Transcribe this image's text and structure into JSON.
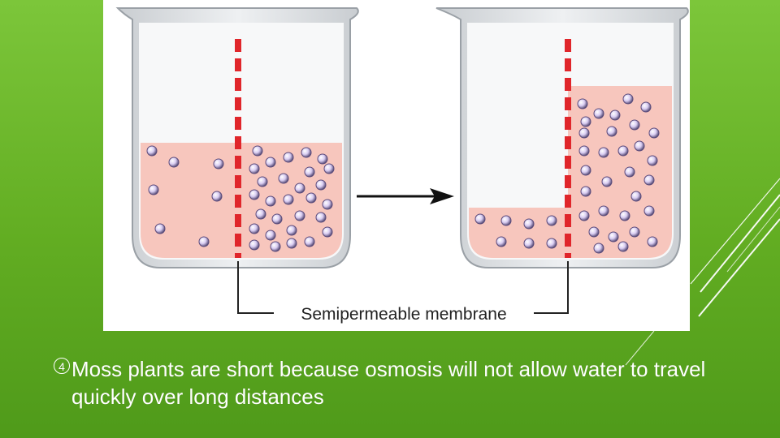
{
  "slide": {
    "background_color": "#6bb52a",
    "bullet_marker": "4",
    "bullet_text": "Moss plants are short because osmosis will not allow water to travel quickly over long distances"
  },
  "diagram": {
    "label": "Semipermeable membrane",
    "colors": {
      "solution": "#f7c6bd",
      "membrane": "#e0262b",
      "particle": "#c8b6e8",
      "beaker": "#d4d7da"
    },
    "arrow": "right-arrow",
    "left_beaker": {
      "left_level": 0.5,
      "right_level": 0.5
    },
    "right_beaker": {
      "left_level": 0.25,
      "right_level": 0.75
    }
  }
}
